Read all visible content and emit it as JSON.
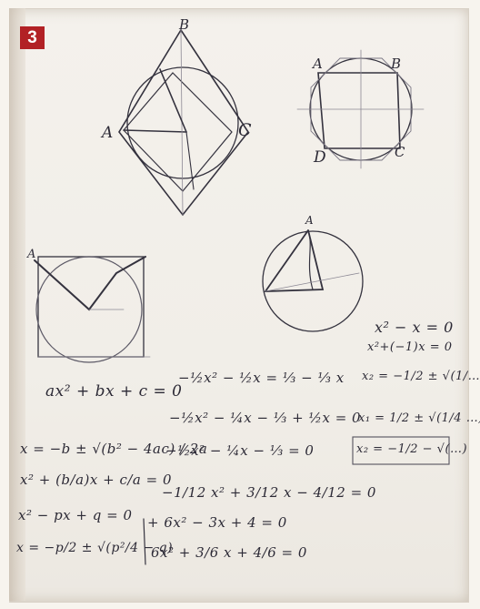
{
  "figure_number": "3",
  "diagram_labels": {
    "rhombus_top": "B",
    "rhombus_left": "A",
    "rhombus_right": "C",
    "circle_a_label": "A",
    "circle_b_label": "B",
    "circle_d_label": "D",
    "circle_c_label": "C",
    "square_corner": "A",
    "lower_circle_top": "A"
  },
  "equations": {
    "e1": "x² − x = 0",
    "e2": "x²+(−1)x = 0",
    "e3": "ax² + bx + c = 0",
    "e4": "−½x² − ½x = ⅓ − ⅓ x",
    "e5": "x₂ = −1/2 ± √(1/…)",
    "e6": "−½x² − ¼x − ⅓ + ½x = 0",
    "e7": "x₁ = 1/2 ± √(1/4 …)",
    "e8": "x = −b ± √(b² − 4ac) / 2a",
    "e9": "−½x² − ¼x − ⅓ = 0",
    "e10": "x₂ = −1/2 − √(…)",
    "e11": "x² + (b/a)x + c/a = 0",
    "e12": "−1/12 x² + 3/12 x − 4/12 = 0",
    "e13": "x² − px + q = 0",
    "e14": "+ 6x² − 3x + 4 = 0",
    "e15": "x = −p/2 ± √(p²/4 − q)",
    "e16": "6x² + 3/6 x + 4/6 = 0"
  }
}
